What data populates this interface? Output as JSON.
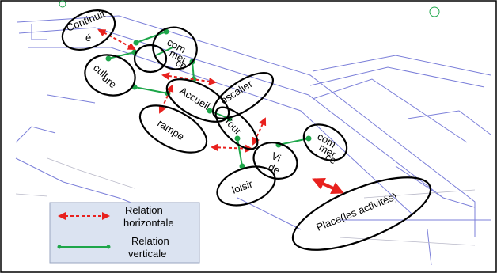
{
  "nodes": {
    "continuite_l1": "Continuit",
    "continuite_l2": "é",
    "commerce_top_l1": "com",
    "commerce_top_l2": "mer",
    "commerce_top_l3": "ce",
    "culture_l1": "cult",
    "culture_l2": "ure",
    "accueil": "Accueil",
    "escalier": "escalier",
    "tour": "Tour",
    "rampe": "rampe",
    "vide_l1": "Vi",
    "vide_l2": "de",
    "commerce_bottom_l1": "com",
    "commerce_bottom_l2": "mer",
    "commerce_bottom_l3": "ce",
    "loisir": "loisir",
    "place": "Place(les activités)"
  },
  "legend": {
    "horizontal_l1": "Relation",
    "horizontal_l2": "horizontale",
    "vertical_l1": "Relation",
    "vertical_l2": "verticale"
  },
  "colors": {
    "horizontal_relation": "#e8211e",
    "vertical_relation": "#1ea64a",
    "background_lines": "#7b7fd9",
    "legend_fill": "#dbe3f1"
  }
}
